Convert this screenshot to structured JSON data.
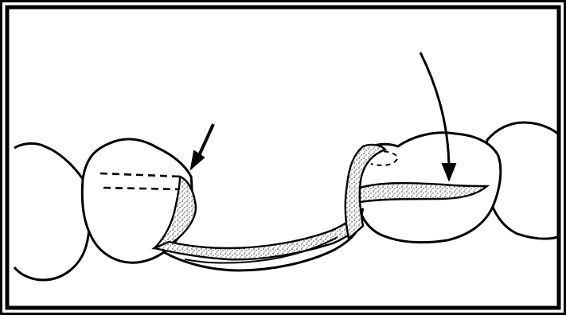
{
  "diagram": {
    "subject": "dental-prosthesis-bridge",
    "icon_names": [
      "left-neighbor-tooth",
      "left-abutment-tooth",
      "right-molar-tooth",
      "far-right-tooth",
      "connector-bar",
      "left-rest-arrow",
      "right-rest-arrow"
    ]
  },
  "colors": {
    "ink": "#000000",
    "paper": "#ffffff",
    "stipple": "#333333"
  }
}
